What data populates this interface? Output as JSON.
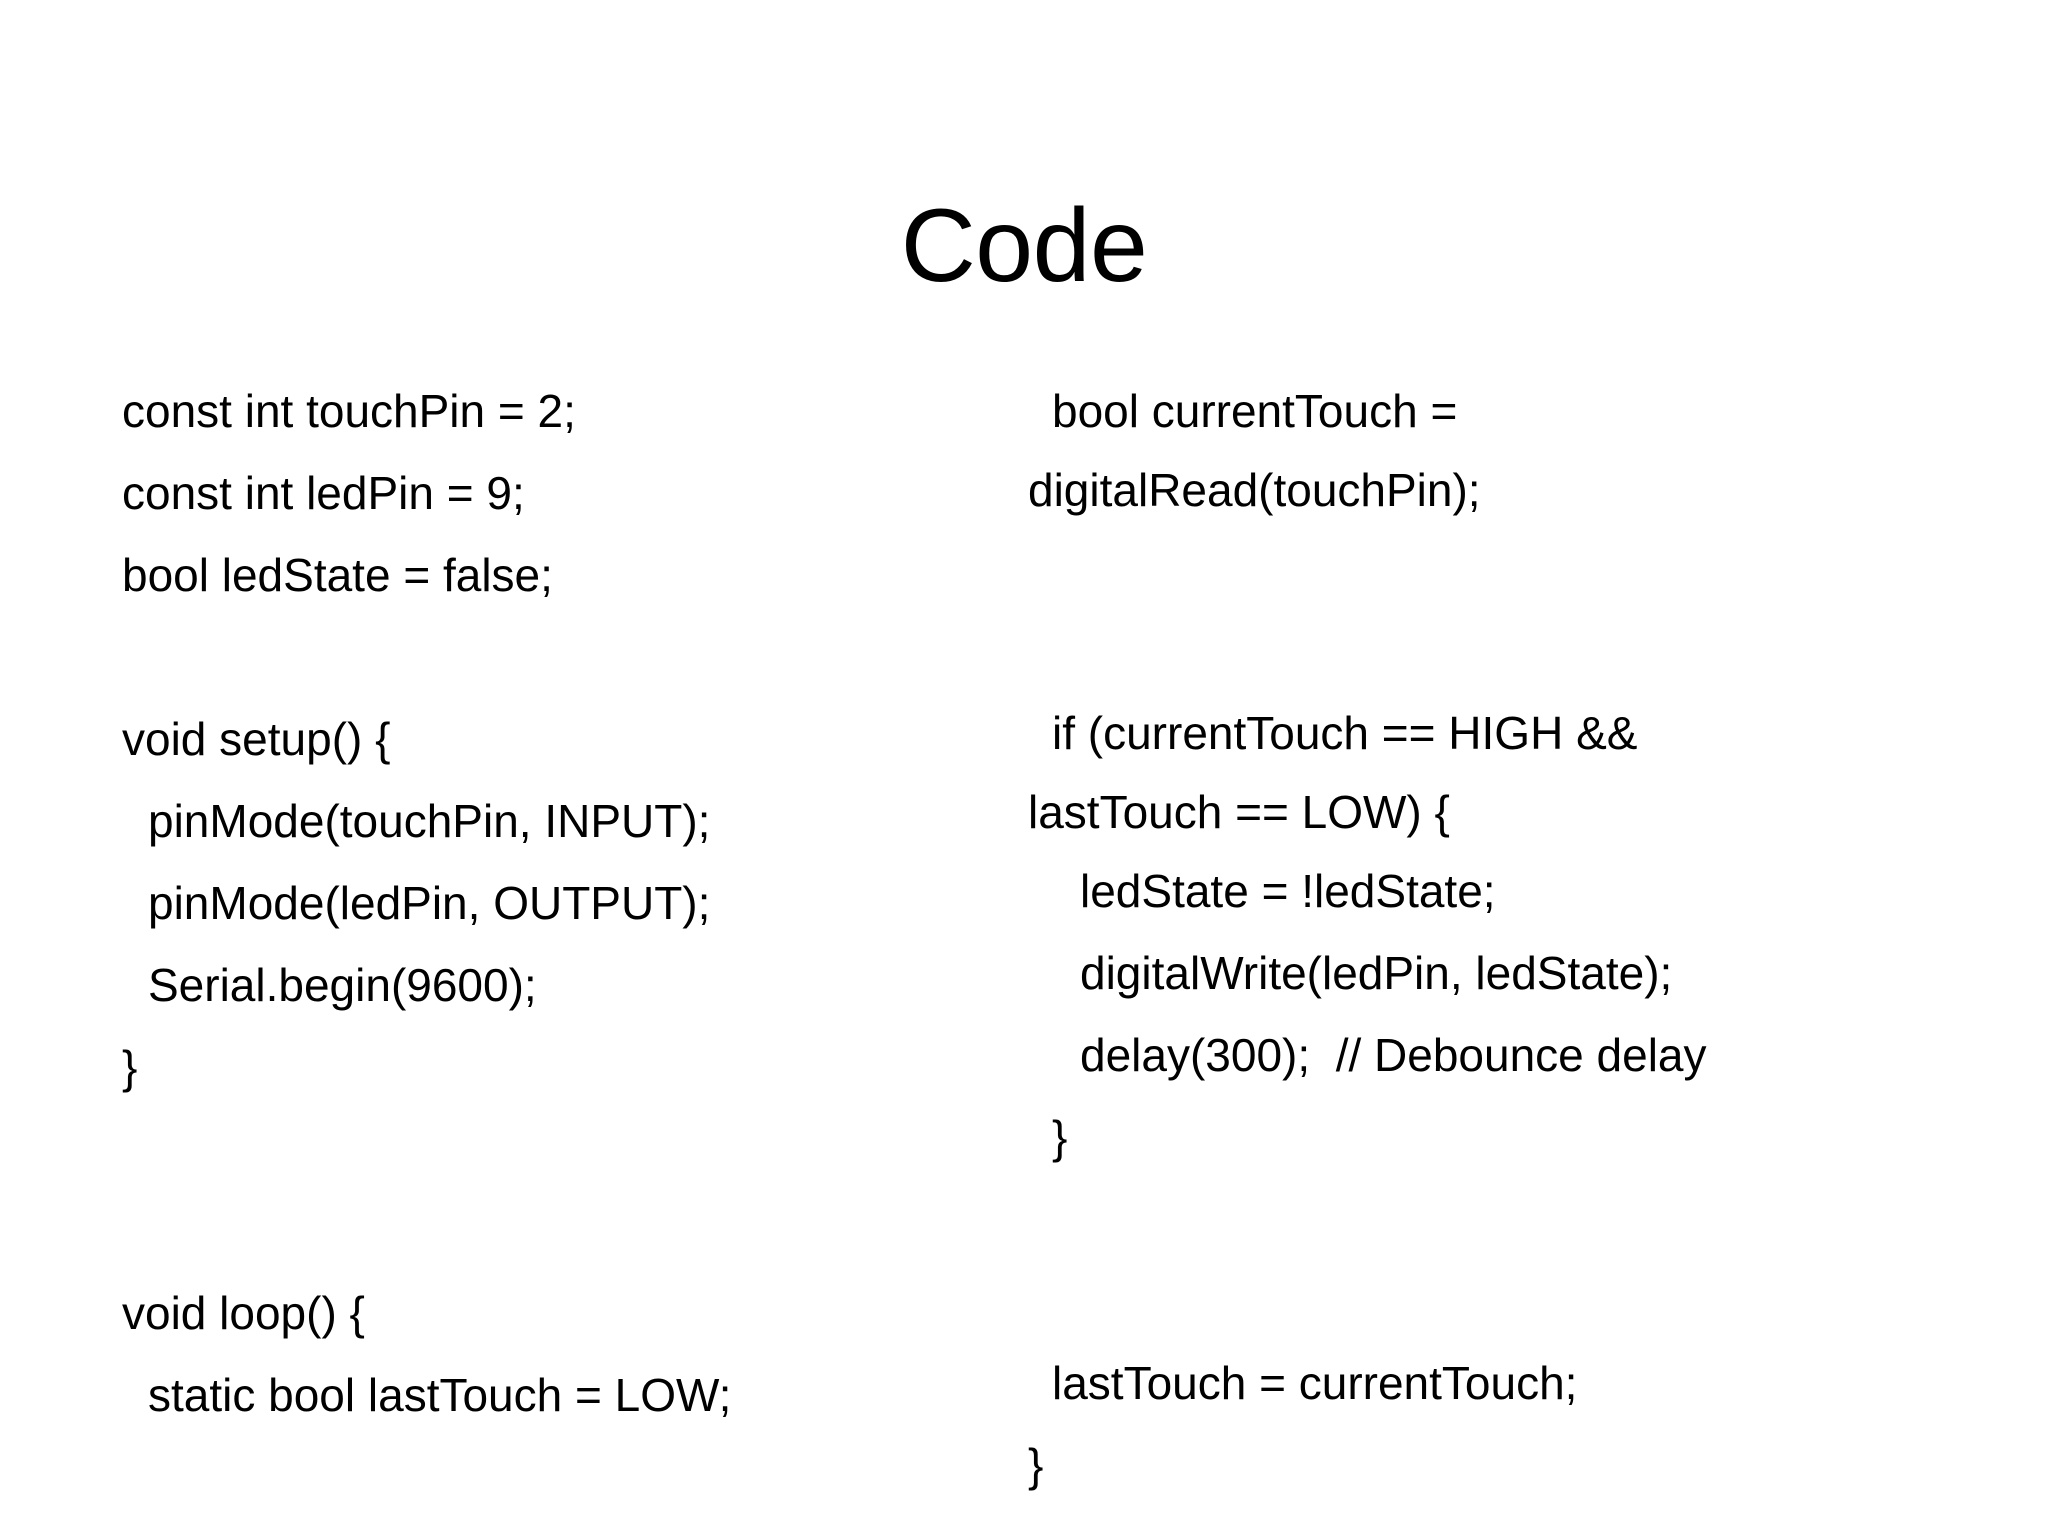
{
  "slide": {
    "title": "Code",
    "background_color": "#ffffff",
    "text_color": "#000000"
  },
  "left_column": {
    "lines": [
      {
        "text": "const int touchPin = 2;",
        "indent": 0,
        "blank": false
      },
      {
        "text": "const int ledPin = 9;",
        "indent": 0,
        "blank": false
      },
      {
        "text": "bool ledState = false;",
        "indent": 0,
        "blank": false
      },
      {
        "text": "",
        "indent": 0,
        "blank": true
      },
      {
        "text": "void setup() {",
        "indent": 0,
        "blank": false
      },
      {
        "text": "pinMode(touchPin, INPUT);",
        "indent": 1,
        "blank": false
      },
      {
        "text": "pinMode(ledPin, OUTPUT);",
        "indent": 1,
        "blank": false
      },
      {
        "text": "Serial.begin(9600);",
        "indent": 1,
        "blank": false
      },
      {
        "text": "}",
        "indent": 0,
        "blank": false
      },
      {
        "text": "",
        "indent": 0,
        "blank": true
      },
      {
        "text": "",
        "indent": 0,
        "blank": true
      },
      {
        "text": "void loop() {",
        "indent": 0,
        "blank": false
      },
      {
        "text": "static bool lastTouch = LOW;",
        "indent": 1,
        "blank": false
      }
    ]
  },
  "right_column": {
    "lines": [
      {
        "text": "bool currentTouch =",
        "indent": 1,
        "blank": false
      },
      {
        "text": "digitalRead(touchPin);",
        "indent": 0,
        "blank": false,
        "wrapped": true
      },
      {
        "text": "",
        "indent": 0,
        "blank": true
      },
      {
        "text": "",
        "indent": 0,
        "blank": true
      },
      {
        "text": "if (currentTouch == HIGH &&",
        "indent": 1,
        "blank": false
      },
      {
        "text": "lastTouch == LOW) {",
        "indent": 0,
        "blank": false,
        "wrapped": true
      },
      {
        "text": "ledState = !ledState;",
        "indent": 2,
        "blank": false
      },
      {
        "text": "digitalWrite(ledPin, ledState);",
        "indent": 2,
        "blank": false
      },
      {
        "text": "delay(300);  // Debounce delay",
        "indent": 2,
        "blank": false
      },
      {
        "text": "}",
        "indent": 1,
        "blank": false
      },
      {
        "text": "",
        "indent": 0,
        "blank": true
      },
      {
        "text": "",
        "indent": 0,
        "blank": true
      },
      {
        "text": "lastTouch = currentTouch;",
        "indent": 1,
        "blank": false
      },
      {
        "text": "}",
        "indent": 0,
        "blank": false
      }
    ]
  }
}
